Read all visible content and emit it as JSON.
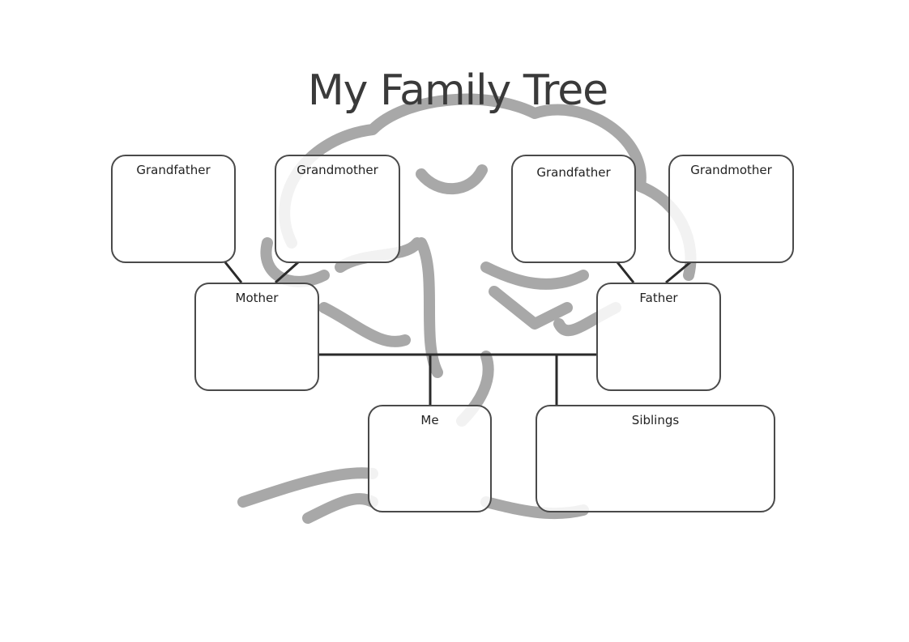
{
  "title": "My Family Tree",
  "boxes": {
    "maternal_grandfather": "Grandfather",
    "maternal_grandmother": "Grandmother",
    "paternal_grandfather": "Grandfather",
    "paternal_grandmother": "Grandmother",
    "mother": "Mother",
    "father": "Father",
    "me": "Me",
    "siblings": "Siblings"
  },
  "colors": {
    "line": "#333333",
    "tree": "#a8a8a8",
    "border": "#4a4a4a"
  }
}
